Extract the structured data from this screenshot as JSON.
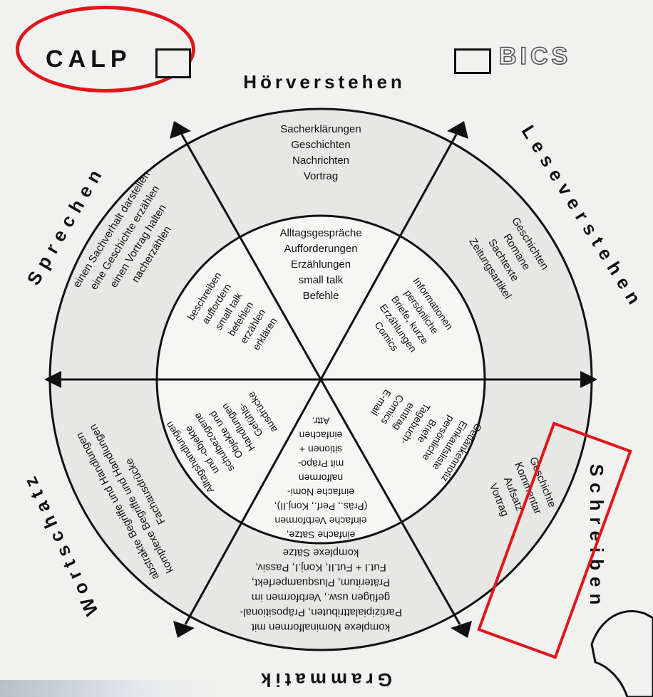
{
  "header": {
    "calp_label": "CALP",
    "bics_label": "BICS"
  },
  "skills": {
    "hoerverstehen": "Hörverstehen",
    "leseverstehen": "Leseverstehen",
    "schreiben": "Schreiben",
    "grammatik": "Grammatik",
    "wortschatz": "Wortschatz",
    "sprechen": "Sprechen"
  },
  "outer_ring": {
    "hoerverstehen": [
      "Sacherklärungen",
      "Geschichten",
      "Nachrichten",
      "Vortrag"
    ],
    "leseverstehen": [
      "Geschichten",
      "Romane",
      "Sachtexte",
      "Zeitungsartikel"
    ],
    "schreiben": [
      "Geschichte",
      "Kommentar",
      "Aufsatz",
      "Vortrag"
    ],
    "grammatik": [
      "komplexe Nominalformen mit",
      "Partizipialattributen, Präpositional-",
      "gefügen usw., Verbformen im",
      "Präteritum, Plusquamperfekt,",
      "Fut.I + Fut.II, Konj.I, Passiv,",
      "komplexe Sätze"
    ],
    "wortschatz": [
      "abstrakte Begriffe und Handlungen",
      "komplexe Begriffe und Handlungen",
      "Fachausdrücke"
    ],
    "sprechen": [
      "einen Sachverhalt darstellen",
      "eine Geschichte erzählen",
      "einen Vortrag halten",
      "nacherzählen"
    ]
  },
  "inner_ring": {
    "hoerverstehen": [
      "Alltagsgespräche",
      "Aufforderungen",
      "Erzählungen",
      "small talk",
      "Befehle"
    ],
    "leseverstehen": [
      "Informationen",
      "persönliche",
      "Briefe, kurze",
      "Erzählungen",
      "Comics"
    ],
    "schreiben": [
      "Gedankennotiz",
      "Einkaufsliste",
      "persönliche",
      "Briefe",
      "Tagebuch-",
      "eintrag",
      "Comics",
      "E-mail"
    ],
    "grammatik": [
      "einfache Sätze,",
      "einfache Verbformen",
      "(Präs., Perf., Konj.II),",
      "einfache Nomi-",
      "nalformen",
      "mit Präpo-",
      "sitionen +",
      "einfachen",
      "Attr."
    ],
    "wortschatz": [
      "Alltagshandlungen",
      "und -objekte",
      "schulbezogene",
      "Objekte und",
      "Handlungen",
      "Gefühls-",
      "ausdrücke"
    ],
    "sprechen": [
      "beschreiben",
      "auffordern",
      "small talk",
      "befehlen",
      "erzählen",
      "erklären"
    ]
  },
  "colors": {
    "highlight": "#e0161b",
    "outer_ring_fill": "#e7e7e5",
    "inner_ring_fill": "#f6f6f4",
    "ink": "#111111"
  }
}
